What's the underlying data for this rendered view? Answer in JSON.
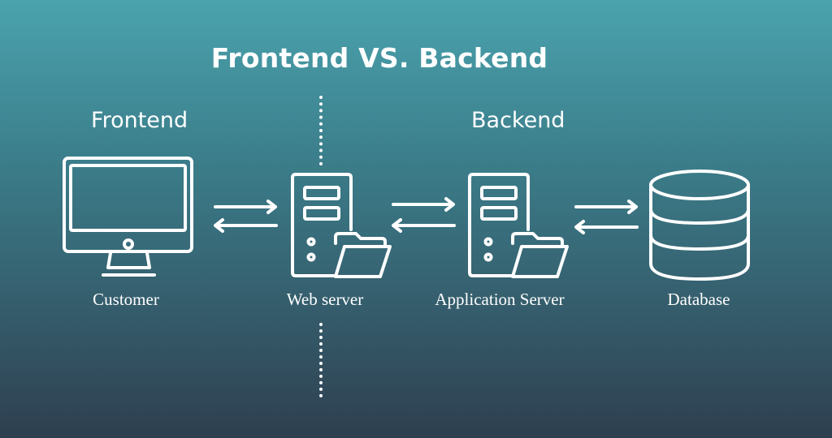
{
  "title": "Frontend VS. Backend",
  "sections": {
    "frontend": "Frontend",
    "backend": "Backend"
  },
  "nodes": [
    {
      "label": "Customer",
      "icon": "monitor-icon"
    },
    {
      "label": "Web server",
      "icon": "server-folder-icon"
    },
    {
      "label": "Application Server",
      "icon": "server-folder-icon"
    },
    {
      "label": "Database",
      "icon": "database-icon"
    }
  ],
  "edges": [
    {
      "from": "Customer",
      "to": "Web server",
      "direction": "bidirectional"
    },
    {
      "from": "Web server",
      "to": "Application Server",
      "direction": "bidirectional"
    },
    {
      "from": "Application Server",
      "to": "Database",
      "direction": "bidirectional"
    }
  ],
  "colors": {
    "foreground": "#ffffff",
    "background_top": "#4aa3ae",
    "background_bottom": "#2e3f4f"
  }
}
